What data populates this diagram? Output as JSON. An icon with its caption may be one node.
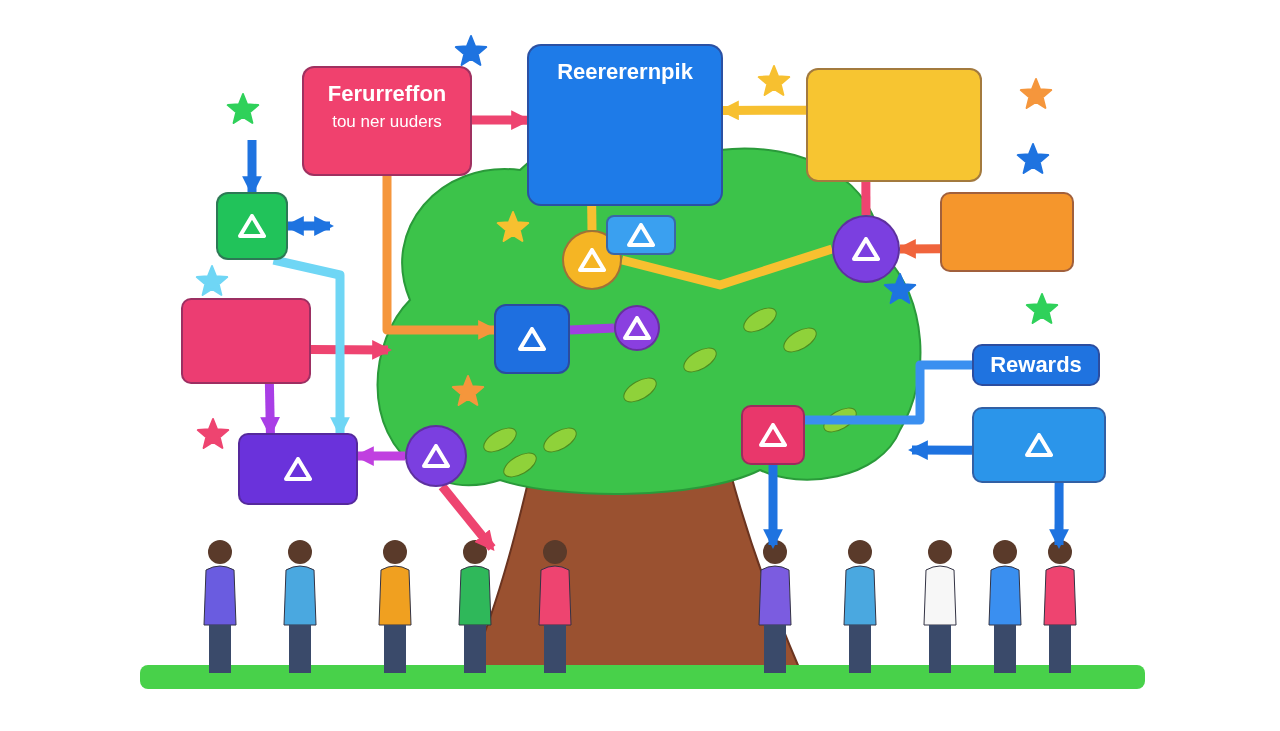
{
  "diagram": {
    "nodes": [
      {
        "text": [
          "Ferurreffon",
          "tou ner uuders"
        ]
      },
      {
        "text": [
          "Reererernpik"
        ]
      },
      {
        "text": [],
        "shape": "box"
      },
      {
        "text": [],
        "shape": "box"
      },
      {
        "text": [],
        "shape": "circle"
      },
      {
        "text": [],
        "shape": "box"
      },
      {
        "text": [],
        "shape": "circle"
      },
      {
        "text": [],
        "shape": "box"
      },
      {
        "text": [],
        "shape": "box"
      },
      {
        "text": [],
        "shape": "box"
      },
      {
        "text": [],
        "shape": "circle"
      },
      {
        "text": [
          "Rewards"
        ]
      },
      {
        "text": [],
        "shape": "box"
      },
      {
        "text": [],
        "shape": "circle"
      },
      {
        "text": [],
        "shape": "box"
      },
      {
        "text": [],
        "shape": "box"
      }
    ],
    "edges": [
      {
        "from": 0,
        "to": 1,
        "arrow": "to",
        "color": "#ee4470"
      },
      {
        "from": 2,
        "to": 1,
        "arrow": "to",
        "color": "#f7c030"
      },
      {
        "from": 1,
        "to": 4,
        "arrow": "none",
        "color": "#f7c030"
      },
      {
        "from": 7,
        "to": 6,
        "arrow": "to",
        "color": "#f0643c"
      },
      {
        "from": 2,
        "to": 6,
        "arrow": "none",
        "color": "#ee4470"
      },
      {
        "from": null,
        "to": 3,
        "arrow": "to",
        "color": "#1e73e0"
      },
      {
        "from": 3,
        "to": null,
        "arrow": "both",
        "color": "#1e73e0"
      },
      {
        "from": 0,
        "to": 9,
        "arrow": "to",
        "color": "#f5963c"
      },
      {
        "from": 8,
        "to": null,
        "arrow": "to",
        "color": "#ee4470"
      },
      {
        "from": 8,
        "to": 12,
        "arrow": "to",
        "color": "#a93ee6"
      },
      {
        "from": 13,
        "to": 12,
        "arrow": "to",
        "color": "#c040e0"
      },
      {
        "from": 3,
        "to": 12,
        "arrow": "to",
        "color": "#6fd6f5"
      },
      {
        "from": 11,
        "to": 14,
        "arrow": "none",
        "color": "#3a8ff0"
      },
      {
        "from": 15,
        "to": null,
        "arrow": "to",
        "color": "#1e73e0"
      },
      {
        "from": 15,
        "to": null,
        "arrow": "to",
        "color": "#1e73e0"
      },
      {
        "from": 14,
        "to": null,
        "arrow": "to",
        "color": "#1e73e0"
      },
      {
        "from": 9,
        "to": 10,
        "arrow": "none",
        "color": "#a040e0"
      },
      {
        "from": 4,
        "to": 6,
        "arrow": "none",
        "color": "#f7c030"
      },
      {
        "from": 13,
        "to": null,
        "arrow": "to",
        "color": "#ee4470"
      }
    ]
  }
}
